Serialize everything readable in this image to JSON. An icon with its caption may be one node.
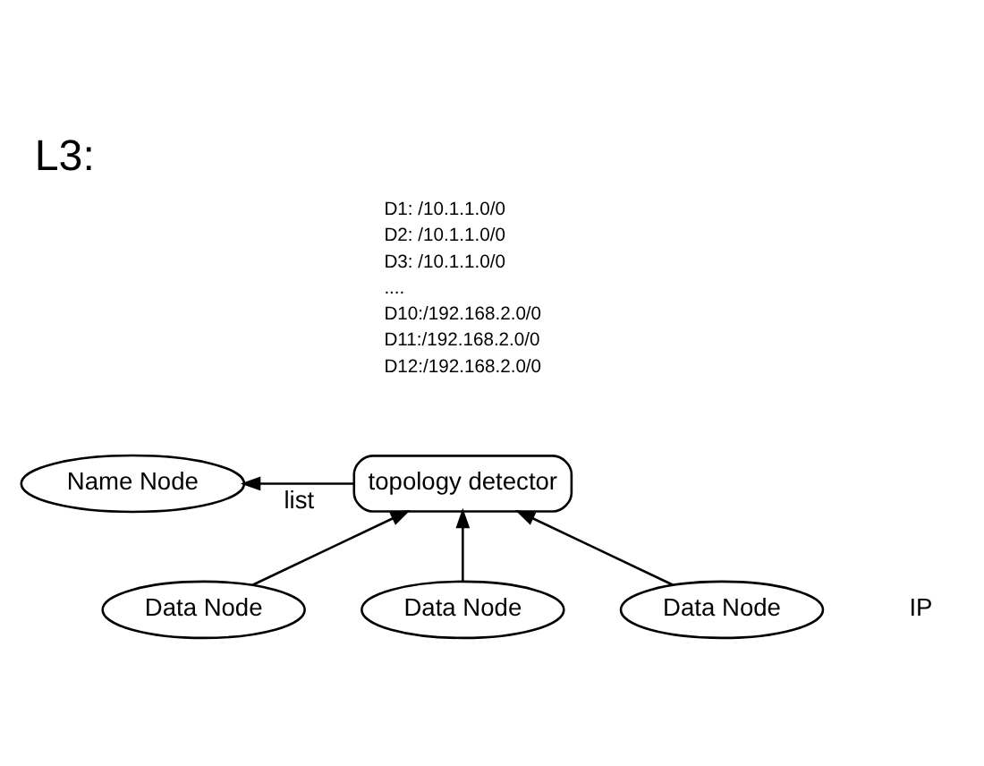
{
  "diagram": {
    "title": "L3:",
    "nodes": [
      {
        "text": [
          "Name Node"
        ]
      },
      {
        "text": [
          "topology detector"
        ]
      },
      {
        "text": [
          "Data Node"
        ]
      },
      {
        "text": [
          "Data Node"
        ]
      },
      {
        "text": [
          "Data Node"
        ]
      }
    ],
    "edges": [
      {
        "from": 1,
        "to": 0,
        "arrow": "to",
        "label": "list"
      },
      {
        "from": 2,
        "to": 1,
        "arrow": "to"
      },
      {
        "from": 3,
        "to": 1,
        "arrow": "to"
      },
      {
        "from": 4,
        "to": 1,
        "arrow": "to"
      }
    ],
    "labels": [
      "D1: /10.1.1.0/0",
      "D2: /10.1.1.0/0",
      "D3: /10.1.1.0/0",
      "....",
      "D10:/192.168.2.0/0",
      "D11:/192.168.2.0/0",
      "D12:/192.168.2.0/0",
      "IP"
    ]
  }
}
